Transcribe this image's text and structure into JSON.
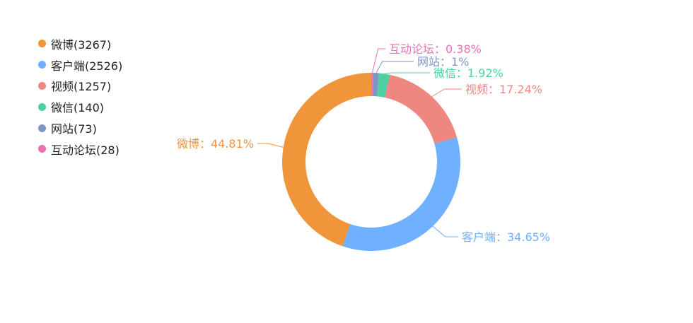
{
  "chart_data": {
    "type": "pie",
    "donut": true,
    "legend_position": "top-left",
    "categories": [
      "微博",
      "客户端",
      "视频",
      "微信",
      "网站",
      "互动论坛"
    ],
    "values": [
      3267,
      2526,
      1257,
      140,
      73,
      28
    ],
    "percent_labels": [
      "44.81%",
      "34.65%",
      "17.24%",
      "1.92%",
      "1%",
      "0.38%"
    ],
    "legend_labels": [
      "微博(3267)",
      "客户端(2526)",
      "视频(1257)",
      "微信(140)",
      "网站(73)",
      "互动论坛(28)"
    ],
    "slice_labels": [
      "微博：44.81%",
      "客户端：34.65%",
      "视频：17.24%",
      "微信：1.92%",
      "网站：1%",
      "互动论坛：0.38%"
    ],
    "colors": [
      "#F0953A",
      "#6FB0FF",
      "#EE8780",
      "#4DD1A0",
      "#7F95C6",
      "#E872B4"
    ]
  }
}
